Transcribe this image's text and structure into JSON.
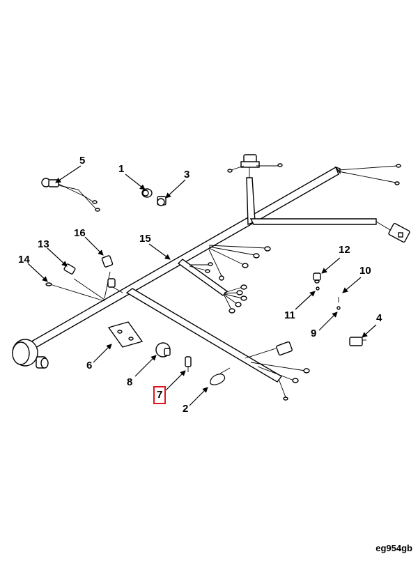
{
  "diagram": {
    "figure_id": "eg954gb",
    "highlighted_callout": "7",
    "callouts": [
      "1",
      "2",
      "3",
      "4",
      "5",
      "6",
      "7",
      "8",
      "9",
      "10",
      "11",
      "12",
      "13",
      "14",
      "15",
      "16"
    ]
  }
}
